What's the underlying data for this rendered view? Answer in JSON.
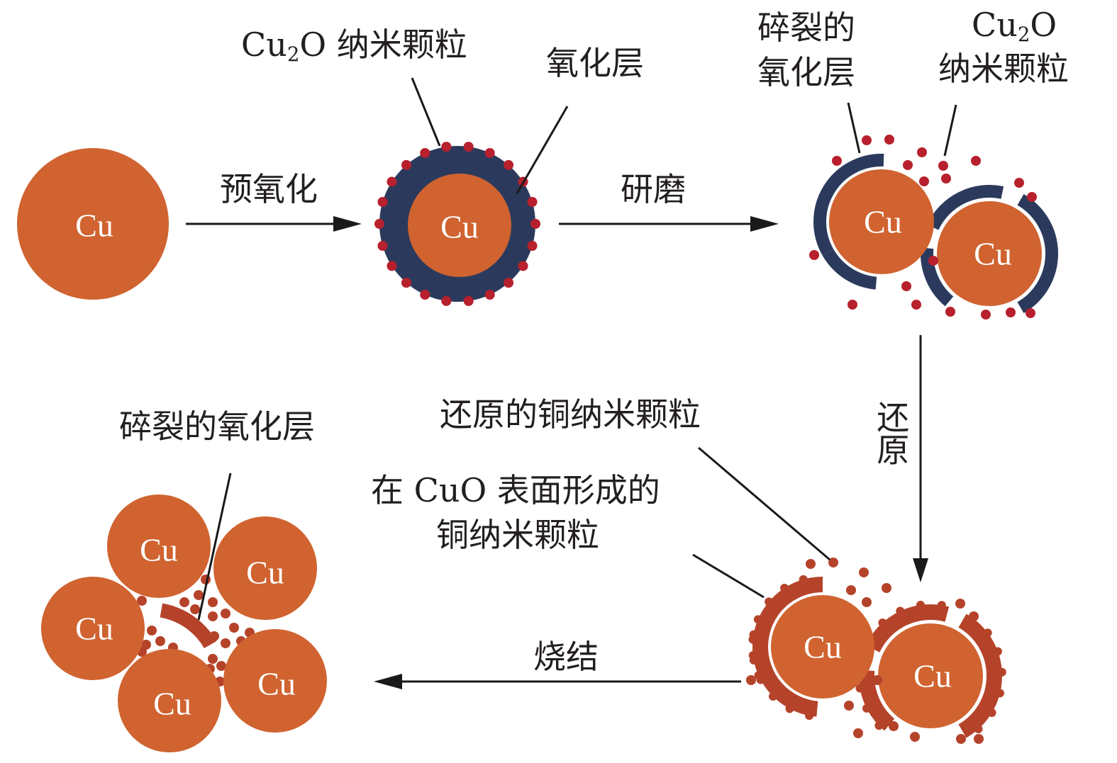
{
  "colors": {
    "copper": "#d06330",
    "oxide_layer": "#2b3a5c",
    "cu2o_particle": "#b7202c",
    "cu_nanoparticle": "#b5432a",
    "text": "#231f20",
    "arrow": "#1a1a1a"
  },
  "particle_label": "Cu",
  "steps": {
    "pre_oxidation": "预氧化",
    "grinding": "研磨",
    "reduction": "还原",
    "sintering": "烧结"
  },
  "labels": {
    "cu2o_nanoparticles_top": {
      "prefix": "Cu",
      "sub": "2",
      "suffix": "O 纳米颗粒"
    },
    "oxide_layer": "氧化层",
    "fractured_oxide_layer_line1": "碎裂的",
    "fractured_oxide_layer_line2": "氧化层",
    "cu2o_right_line1": {
      "prefix": "Cu",
      "sub": "2",
      "suffix": "O"
    },
    "cu2o_right_line2": "纳米颗粒",
    "reduced_cu_nanoparticles": "还原的铜纳米颗粒",
    "cu_on_cuo_line1": "在 CuO 表面形成的",
    "cu_on_cuo_line2": "铜纳米颗粒",
    "fractured_oxide_layer_bottom": "碎裂的氧化层"
  }
}
